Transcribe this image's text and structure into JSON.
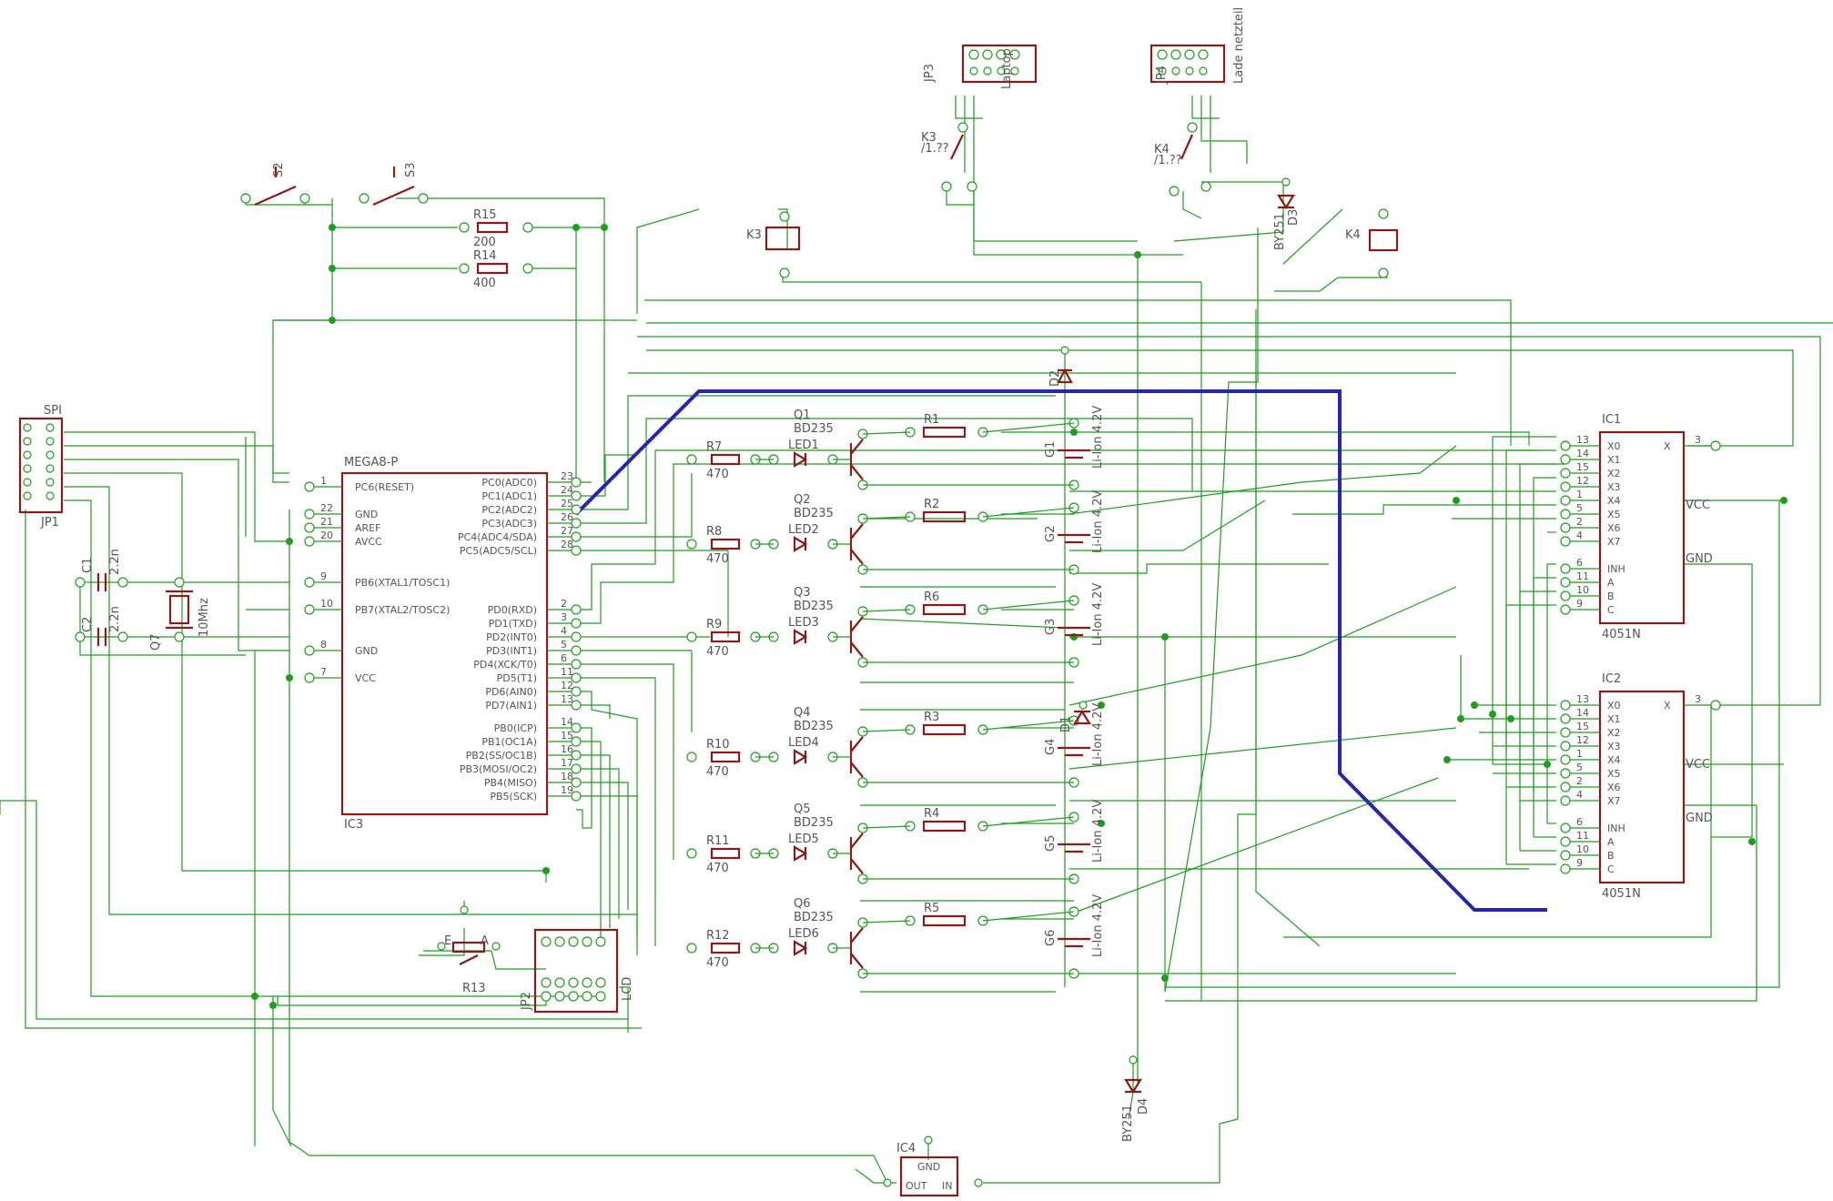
{
  "jp1": {
    "name": "SPI",
    "ref": "JP1"
  },
  "jp3": {
    "ref": "JP3",
    "value": "Laptop"
  },
  "jp4": {
    "ref": "JP4",
    "value": "Lade netzteil"
  },
  "k3": {
    "ref": "K3",
    "value": "/1.??"
  },
  "k4": {
    "ref": "K4",
    "value": "/1.??"
  },
  "s2": "S2",
  "s3": "S3",
  "r15": {
    "ref": "R15",
    "value": "200"
  },
  "r14": {
    "ref": "R14",
    "value": "400"
  },
  "k3coil": "K3",
  "k4coil": "K4",
  "d3": {
    "ref": "D3",
    "value": "BY251"
  },
  "d4": {
    "ref": "D4",
    "value": "BY251"
  },
  "d2": "D2",
  "d1": "D1",
  "c1": {
    "ref": "C1",
    "value": "2.2n"
  },
  "c2": {
    "ref": "C2",
    "value": "2.2n"
  },
  "q7": {
    "ref": "Q7",
    "value": "10Mhz"
  },
  "ic3": {
    "name": "MEGA8-P",
    "ref": "IC3",
    "left_pins": [
      {
        "num": "1",
        "name": "PC6(RESET)"
      },
      {
        "num": "22",
        "name": "GND"
      },
      {
        "num": "21",
        "name": "AREF"
      },
      {
        "num": "20",
        "name": "AVCC"
      },
      {
        "num": "9",
        "name": "PB6(XTAL1/TOSC1)"
      },
      {
        "num": "10",
        "name": "PB7(XTAL2/TOSC2)"
      },
      {
        "num": "8",
        "name": "GND"
      },
      {
        "num": "7",
        "name": "VCC"
      }
    ],
    "right_pins": [
      {
        "num": "23",
        "name": "PC0(ADC0)"
      },
      {
        "num": "24",
        "name": "PC1(ADC1)"
      },
      {
        "num": "25",
        "name": "PC2(ADC2)"
      },
      {
        "num": "26",
        "name": "PC3(ADC3)"
      },
      {
        "num": "27",
        "name": "PC4(ADC4/SDA)"
      },
      {
        "num": "28",
        "name": "PC5(ADC5/SCL)"
      },
      {
        "num": "2",
        "name": "PD0(RXD)"
      },
      {
        "num": "3",
        "name": "PD1(TXD)"
      },
      {
        "num": "4",
        "name": "PD2(INT0)"
      },
      {
        "num": "5",
        "name": "PD3(INT1)"
      },
      {
        "num": "6",
        "name": "PD4(XCK/T0)"
      },
      {
        "num": "11",
        "name": "PD5(T1)"
      },
      {
        "num": "12",
        "name": "PD6(AIN0)"
      },
      {
        "num": "13",
        "name": "PD7(AIN1)"
      },
      {
        "num": "14",
        "name": "PB0(ICP)"
      },
      {
        "num": "15",
        "name": "PB1(OC1A)"
      },
      {
        "num": "16",
        "name": "PB2(SS/OC1B)"
      },
      {
        "num": "17",
        "name": "PB3(MOSI/OC2)"
      },
      {
        "num": "18",
        "name": "PB4(MISO)"
      },
      {
        "num": "19",
        "name": "PB5(SCK)"
      }
    ]
  },
  "channels": [
    {
      "rin": "R7",
      "rin_val": "470",
      "led": "LED1",
      "q": "Q1",
      "q_val": "BD235",
      "rout": "R1",
      "cell": "G1",
      "cell_val": "Li-Ion 4.2V"
    },
    {
      "rin": "R8",
      "rin_val": "470",
      "led": "LED2",
      "q": "Q2",
      "q_val": "BD235",
      "rout": "R2",
      "cell": "G2",
      "cell_val": "Li-Ion 4.2V"
    },
    {
      "rin": "R9",
      "rin_val": "470",
      "led": "LED3",
      "q": "Q3",
      "q_val": "BD235",
      "rout": "R6",
      "cell": "G3",
      "cell_val": "Li-Ion 4.2V"
    },
    {
      "rin": "R10",
      "rin_val": "470",
      "led": "LED4",
      "q": "Q4",
      "q_val": "BD235",
      "rout": "R3",
      "cell": "G4",
      "cell_val": "Li-Ion 4.2V"
    },
    {
      "rin": "R11",
      "rin_val": "470",
      "led": "LED5",
      "q": "Q5",
      "q_val": "BD235",
      "rout": "R4",
      "cell": "G5",
      "cell_val": "Li-Ion 4.2V"
    },
    {
      "rin": "R12",
      "rin_val": "470",
      "led": "LED6",
      "q": "Q6",
      "q_val": "BD235",
      "rout": "R5",
      "cell": "G6",
      "cell_val": "Li-Ion 4.2V"
    }
  ],
  "mux": {
    "value": "4051N",
    "chips": [
      "IC1",
      "IC2"
    ],
    "inputs": [
      {
        "num": "13",
        "name": "X0"
      },
      {
        "num": "14",
        "name": "X1"
      },
      {
        "num": "15",
        "name": "X2"
      },
      {
        "num": "12",
        "name": "X3"
      },
      {
        "num": "1",
        "name": "X4"
      },
      {
        "num": "5",
        "name": "X5"
      },
      {
        "num": "2",
        "name": "X6"
      },
      {
        "num": "4",
        "name": "X7"
      },
      {
        "num": "6",
        "name": "INH"
      },
      {
        "num": "11",
        "name": "A"
      },
      {
        "num": "10",
        "name": "B"
      },
      {
        "num": "9",
        "name": "C"
      }
    ],
    "out_pin": {
      "num": "3",
      "name": "X"
    },
    "vcc": "VCC",
    "gnd": "GND"
  },
  "ic4": {
    "ref": "IC4",
    "gnd": "GND",
    "out": "OUT",
    "in": "IN"
  },
  "r13": {
    "ref": "R13",
    "pin_e": "E",
    "pin_a": "A"
  },
  "lcd": {
    "ref": "JP2",
    "name": "LCD"
  }
}
